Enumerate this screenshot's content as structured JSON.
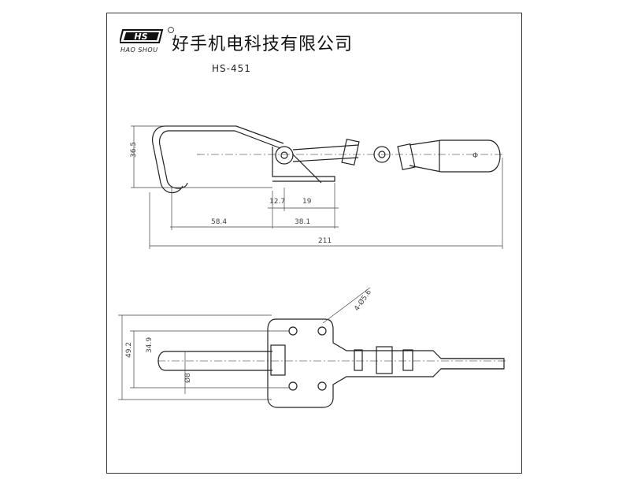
{
  "header": {
    "logo_text": "HS",
    "logo_subtitle": "HAO SHOU",
    "company_name": "好手机电科技有限公司",
    "model": "HS-451"
  },
  "side_view": {
    "dimensions": {
      "height_hook": "36.5",
      "base_offset": "12.7",
      "base_width": "19",
      "hook_to_pivot": "58.4",
      "pivot_span": "38.1",
      "overall_length": "211"
    },
    "handle_symbol": "Φ"
  },
  "top_view": {
    "dimensions": {
      "mount_holes": "4-Ø5.6",
      "base_length": "49.2",
      "hole_spacing": "34.9",
      "rod_diameter": "Ø8"
    }
  }
}
